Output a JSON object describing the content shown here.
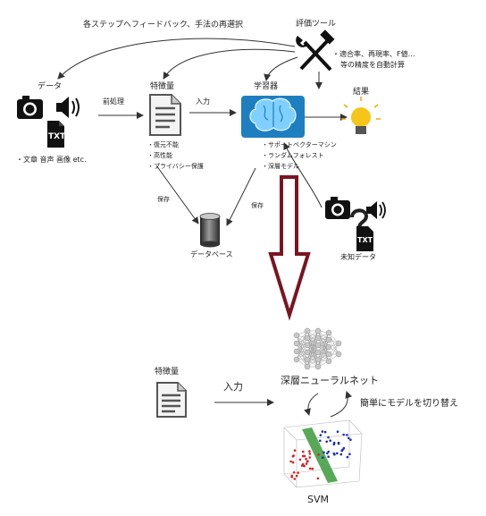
{
  "top_feedback_label": "各ステップへフィードバック、手法の再選択",
  "eval_tool": {
    "title": "評価ツール",
    "desc_line1": "・適合率、再現率、F値…",
    "desc_line2": "等の精度を自動計算"
  },
  "data_block": {
    "title": "データ",
    "txt_badge": "TXT",
    "types": "・文章 音声 画像 etc."
  },
  "preprocess_label": "前処理",
  "features": {
    "title": "特徴量",
    "bullets": [
      "・復元不能",
      "・高性能",
      "・プライバシー保護"
    ]
  },
  "input_label_top": "入力",
  "learner": {
    "title": "学習器",
    "bullets": [
      "・サポートベクターマシン",
      "・ランダムフォレスト",
      "・深層モデル"
    ]
  },
  "result_label": "結果",
  "save_left": "保存",
  "save_right": "保存",
  "database_label": "データベース",
  "unknown_data": {
    "txt_badge": "TXT",
    "label": "未知データ"
  },
  "bottom": {
    "features_title": "特徴量",
    "input_label": "入力",
    "dnn_label": "深層ニューラルネット",
    "switch_label": "簡単にモデルを切り替え",
    "svm_label": "SVM"
  },
  "colors": {
    "big_arrow": "#7a1420",
    "brain_bg": "#1e7fc0",
    "bulb": "#f5c518",
    "svm_plane": "#3a9a3a",
    "svm_red": "#d62020",
    "svm_blue": "#1a2fb0"
  }
}
